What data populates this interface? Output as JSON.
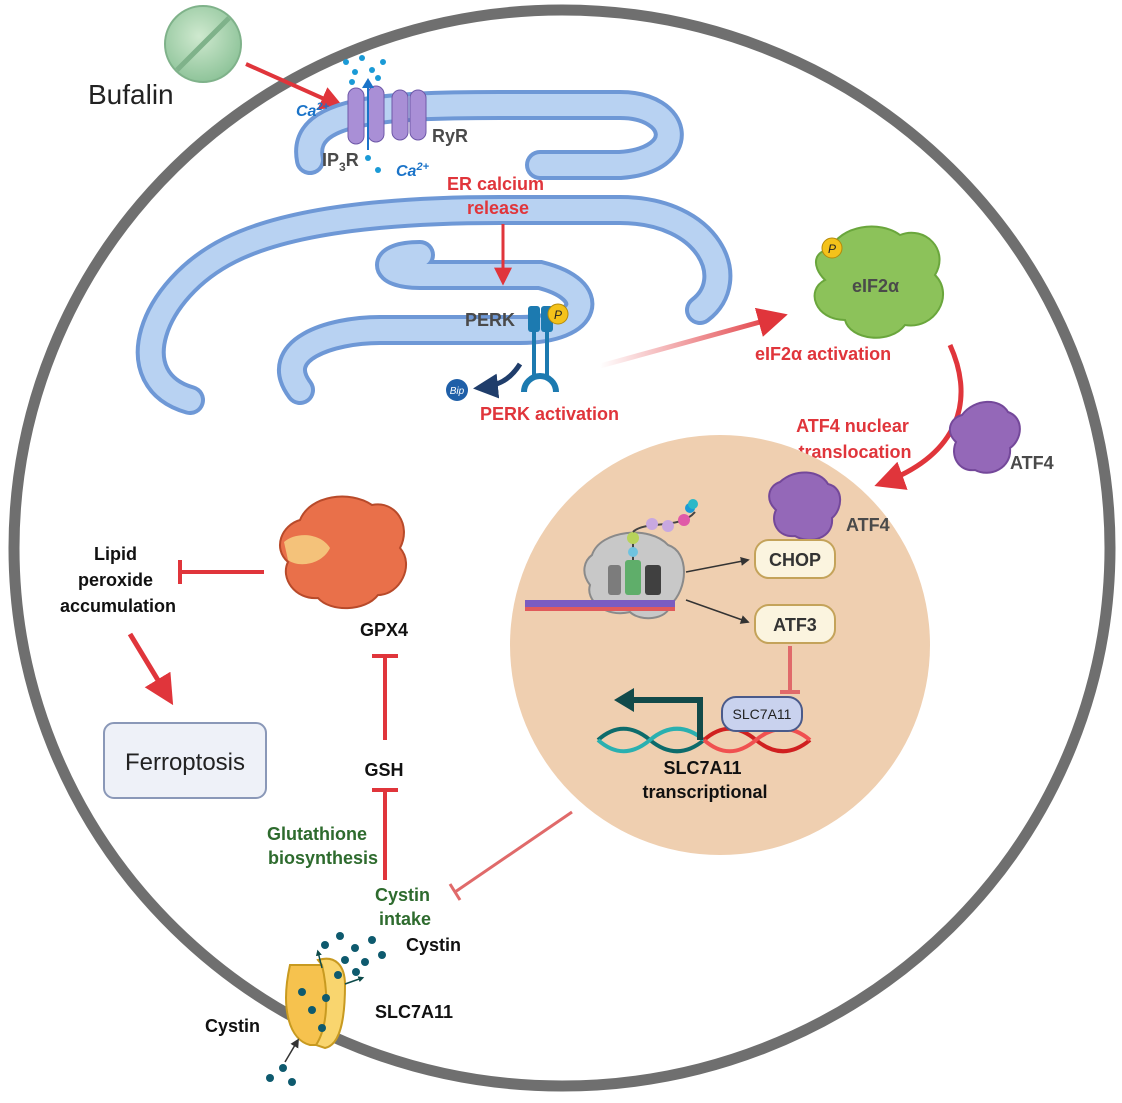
{
  "drug": "Bufalin",
  "er": {
    "ca_top": "Ca",
    "ca_sup": "2+",
    "ca_bottom": "Ca",
    "ryr": "RyR",
    "ip3r_main": "IP",
    "ip3r_sub": "3",
    "ip3r_end": "R",
    "calcium_release_1": "ER calcium",
    "calcium_release_2": "release",
    "perk": "PERK",
    "bip": "Bip",
    "perk_activation": "PERK activation",
    "phospho": "P"
  },
  "eif2a": {
    "label": "eIF2α",
    "activation": "eIF2α activation",
    "phospho": "P"
  },
  "atf4": {
    "cyto_label": "ATF4",
    "nuclear_1": "ATF4 nuclear",
    "nuclear_2": "translocation",
    "nucleus_label": "ATF4"
  },
  "nucleus": {
    "chop": "CHOP",
    "atf3": "ATF3",
    "slc_box": "SLC7A11",
    "transcription_1": "SLC7A11",
    "transcription_2": "transcriptional"
  },
  "left": {
    "lipid_1": "Lipid",
    "lipid_2": "peroxide",
    "lipid_3": "accumulation",
    "ferroptosis": "Ferroptosis",
    "gpx4": "GPX4",
    "gsh": "GSH",
    "glut_1": "Glutathione",
    "glut_2": "biosynthesis",
    "intake_1": "Cystin",
    "intake_2": "intake"
  },
  "transporter": {
    "cystin_out": "Cystin",
    "cystin_in": "Cystin",
    "label": "SLC7A11"
  },
  "colors": {
    "arrow_red": "#e0353b",
    "er_blue": "#a9c8ee",
    "nucleus": "#efcfb0",
    "green_text": "#2e6b2e"
  }
}
